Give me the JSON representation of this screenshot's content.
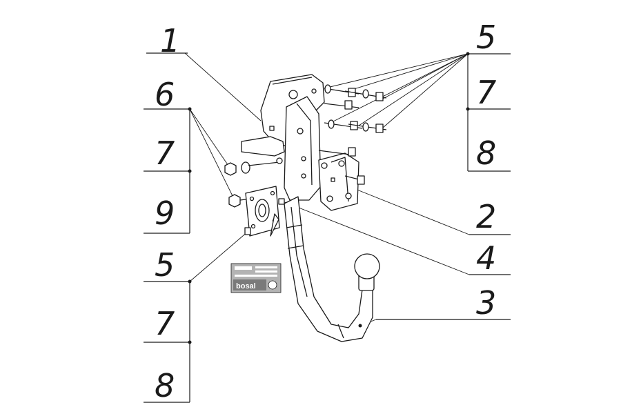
{
  "callouts": {
    "left": [
      "6",
      "7",
      "9",
      "5",
      "7",
      "8"
    ],
    "right": [
      "5",
      "7",
      "8",
      "2",
      "4",
      "3"
    ],
    "top_left": "1"
  },
  "plate": {
    "brand": "bosal"
  },
  "colors": {
    "ink": "#1a1a1a",
    "plate": "#9a9a9a"
  }
}
